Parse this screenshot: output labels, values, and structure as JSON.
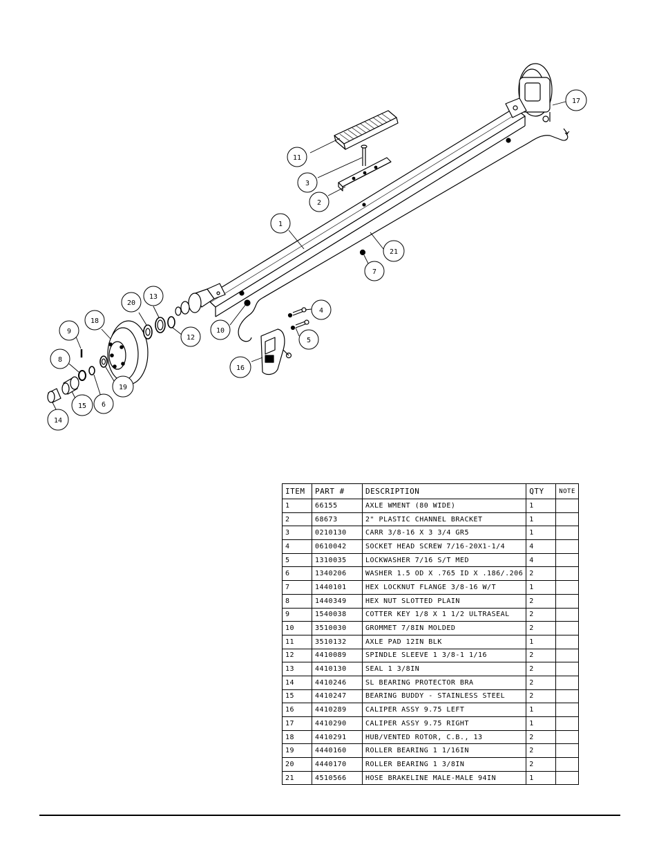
{
  "callouts": [
    {
      "id": "11"
    },
    {
      "id": "3"
    },
    {
      "id": "2"
    },
    {
      "id": "1"
    },
    {
      "id": "21"
    },
    {
      "id": "7"
    },
    {
      "id": "17"
    },
    {
      "id": "4"
    },
    {
      "id": "5"
    },
    {
      "id": "10"
    },
    {
      "id": "16"
    },
    {
      "id": "13"
    },
    {
      "id": "20"
    },
    {
      "id": "12"
    },
    {
      "id": "18"
    },
    {
      "id": "9"
    },
    {
      "id": "8"
    },
    {
      "id": "19"
    },
    {
      "id": "6"
    },
    {
      "id": "15"
    },
    {
      "id": "14"
    }
  ],
  "table": {
    "headers": {
      "item": "ITEM",
      "part": "PART #",
      "description": "DESCRIPTION",
      "qty": "QTY",
      "note": "NOTE"
    },
    "rows": [
      {
        "item": "1",
        "part": "66155",
        "description": "AXLE WMENT (80 WIDE)",
        "qty": "1"
      },
      {
        "item": "2",
        "part": "68673",
        "description": "2\" PLASTIC CHANNEL BRACKET",
        "qty": "1"
      },
      {
        "item": "3",
        "part": "0210130",
        "description": "CARR 3/8-16 X 3 3/4 GR5",
        "qty": "1"
      },
      {
        "item": "4",
        "part": "0610042",
        "description": "SOCKET HEAD SCREW 7/16-20X1-1/4",
        "qty": "4"
      },
      {
        "item": "5",
        "part": "1310035",
        "description": "LOCKWASHER 7/16 S/T MED",
        "qty": "4"
      },
      {
        "item": "6",
        "part": "1340206",
        "description": "WASHER 1.5 OD X .765 ID X .186/.206",
        "qty": "2"
      },
      {
        "item": "7",
        "part": "1440101",
        "description": "HEX LOCKNUT FLANGE 3/8-16 W/T",
        "qty": "1"
      },
      {
        "item": "8",
        "part": "1440349",
        "description": "HEX NUT SLOTTED PLAIN",
        "qty": "2"
      },
      {
        "item": "9",
        "part": "1540038",
        "description": "COTTER KEY 1/8 X 1 1/2 ULTRASEAL",
        "qty": "2"
      },
      {
        "item": "10",
        "part": "3510030",
        "description": "GROMMET  7/8IN MOLDED",
        "qty": "2"
      },
      {
        "item": "11",
        "part": "3510132",
        "description": "AXLE PAD 12IN  BLK",
        "qty": "1"
      },
      {
        "item": "12",
        "part": "4410089",
        "description": "SPINDLE SLEEVE  1 3/8-1 1/16",
        "qty": "2"
      },
      {
        "item": "13",
        "part": "4410130",
        "description": "SEAL  1 3/8IN",
        "qty": "2"
      },
      {
        "item": "14",
        "part": "4410246",
        "description": "SL BEARING PROTECTOR BRA",
        "qty": "2"
      },
      {
        "item": "15",
        "part": "4410247",
        "description": "BEARING BUDDY - STAINLESS STEEL",
        "qty": "2"
      },
      {
        "item": "16",
        "part": "4410289",
        "description": "CALIPER ASSY 9.75 LEFT",
        "qty": "1"
      },
      {
        "item": "17",
        "part": "4410290",
        "description": "CALIPER ASSY 9.75 RIGHT",
        "qty": "1"
      },
      {
        "item": "18",
        "part": "4410291",
        "description": "HUB/VENTED ROTOR, C.B.,  13",
        "qty": "2"
      },
      {
        "item": "19",
        "part": "4440160",
        "description": "ROLLER BEARING   1 1/16IN",
        "qty": "2"
      },
      {
        "item": "20",
        "part": "4440170",
        "description": "ROLLER BEARING   1 3/8IN",
        "qty": "2"
      },
      {
        "item": "21",
        "part": "4510566",
        "description": "HOSE BRAKELINE MALE-MALE 94IN",
        "qty": "1"
      }
    ]
  }
}
